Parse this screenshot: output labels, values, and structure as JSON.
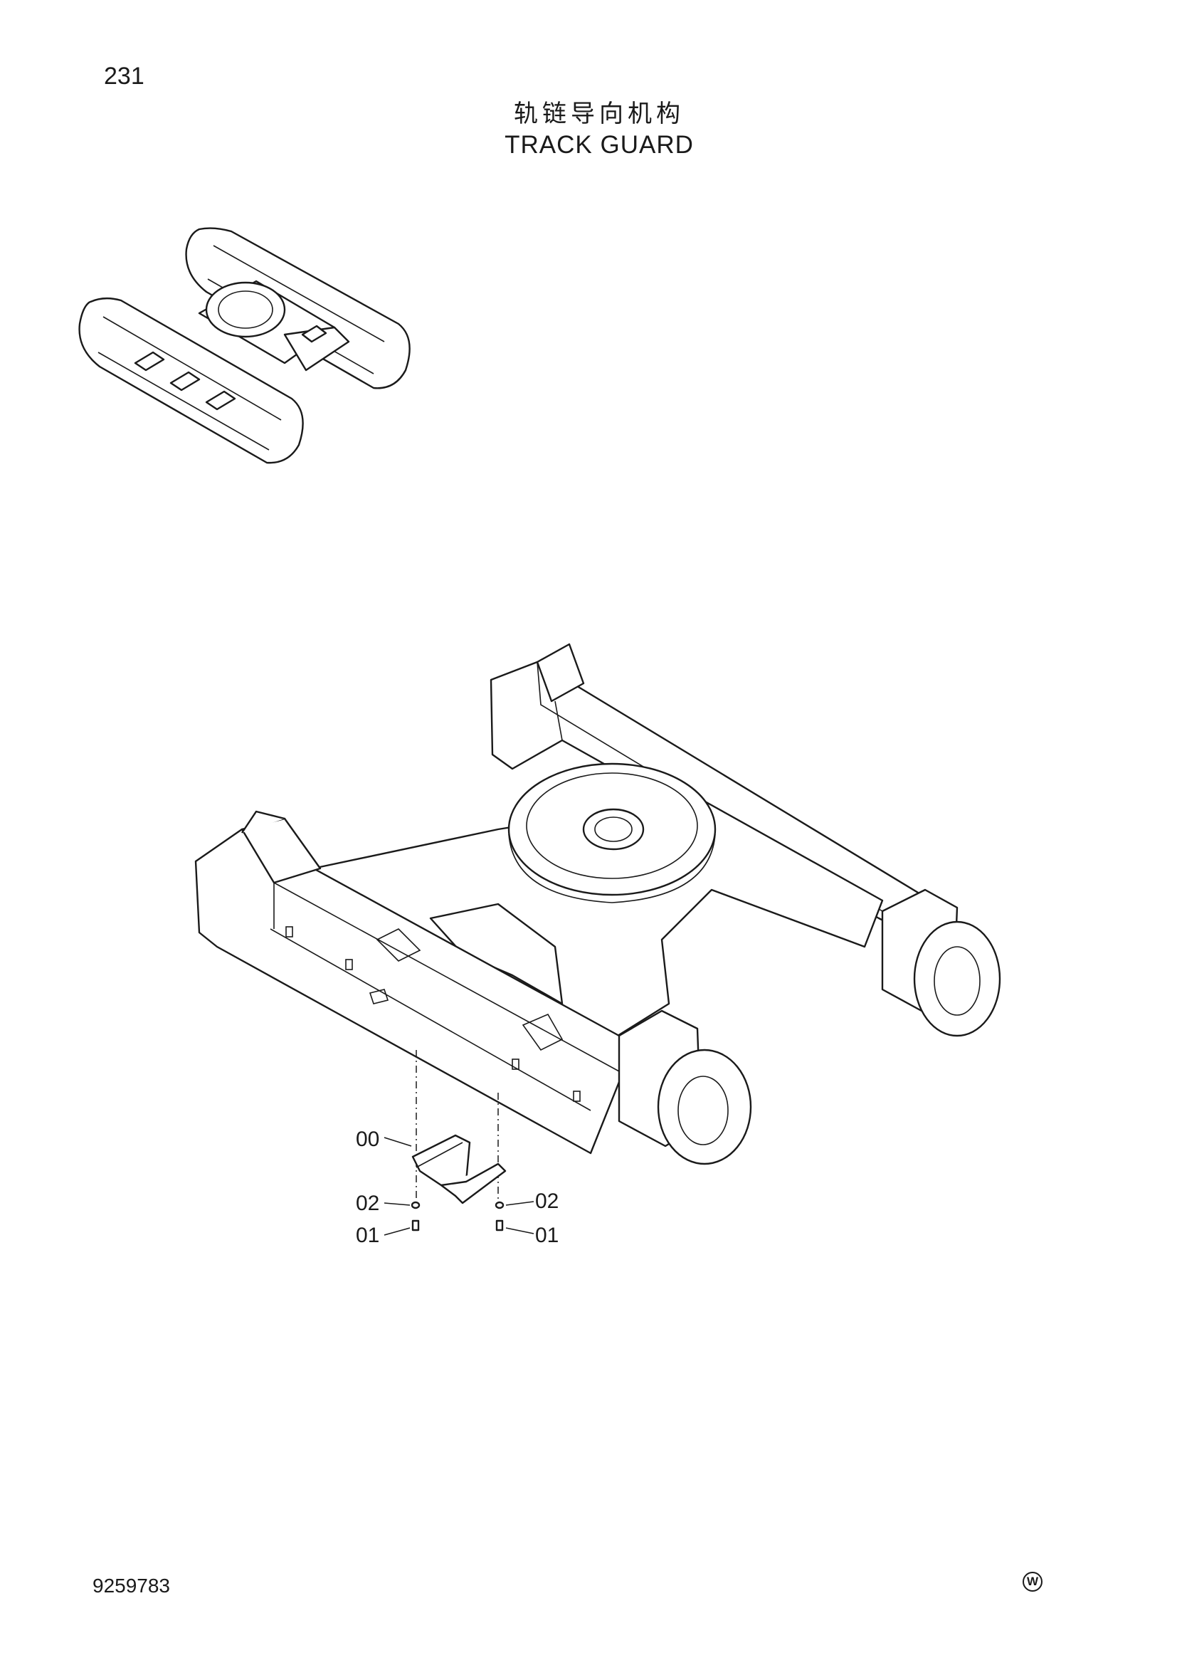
{
  "header": {
    "page_number": "231",
    "title_cn": "轨链导向机构",
    "title_en": "TRACK GUARD"
  },
  "callouts": {
    "assembly": "00",
    "washer_left": "02",
    "bolt_left": "01",
    "washer_right": "02",
    "bolt_right": "01"
  },
  "footer": {
    "doc_number": "9259783",
    "mark": "W"
  }
}
